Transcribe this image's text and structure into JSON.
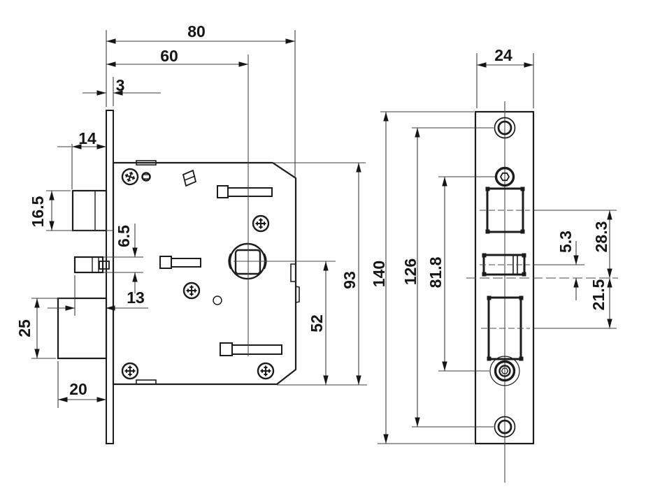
{
  "drawing": {
    "ink_color": "#1c1c1c",
    "dim_line_color": "#3c3c3c",
    "dims": {
      "d80": "80",
      "d60": "60",
      "d3": "3",
      "d14": "14",
      "d16_5": "16.5",
      "d6_5": "6.5",
      "d13": "13",
      "d25": "25",
      "d20": "20",
      "d52": "52",
      "d93": "93",
      "d140": "140",
      "d126": "126",
      "d81_8": "81.8",
      "d24": "24",
      "d5_3": "5.3",
      "d28_3": "28.3",
      "d21_5": "21.5"
    }
  }
}
